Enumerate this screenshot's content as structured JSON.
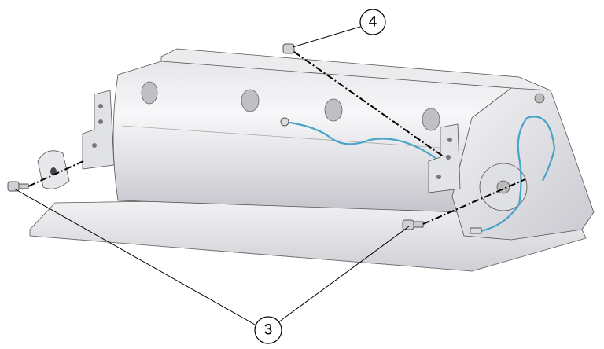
{
  "diagram": {
    "callouts": [
      {
        "id": "callout-4",
        "label": "4"
      },
      {
        "id": "callout-3",
        "label": "3"
      }
    ],
    "colors": {
      "part_light": "#f2f2f4",
      "part_mid": "#d4d5da",
      "part_dark": "#a9aab2",
      "wire": "#4aa3c8",
      "line": "#000000"
    }
  }
}
